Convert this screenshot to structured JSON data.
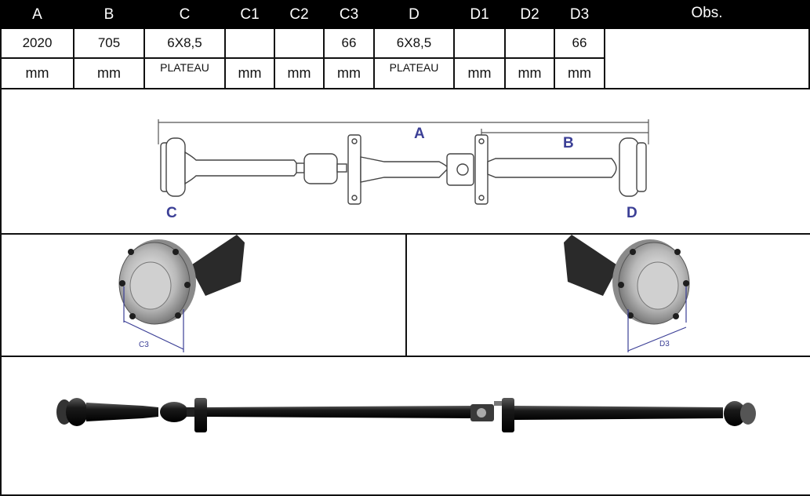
{
  "table": {
    "headers": [
      "A",
      "B",
      "C",
      "C1",
      "C2",
      "C3",
      "D",
      "D1",
      "D2",
      "D3"
    ],
    "obs_label": "Obs.",
    "values": [
      "2020",
      "705",
      "6X8,5",
      "",
      "",
      "66",
      "6X8,5",
      "",
      "",
      "66"
    ],
    "units": [
      "mm",
      "mm",
      "PLATEAU",
      "mm",
      "mm",
      "mm",
      "PLATEAU",
      "mm",
      "mm",
      "mm"
    ]
  },
  "diagram": {
    "labels": {
      "a": "A",
      "b": "B",
      "c": "C",
      "d": "D",
      "c3": "C3",
      "d3": "D3"
    },
    "accent_color": "#3b3f96"
  }
}
